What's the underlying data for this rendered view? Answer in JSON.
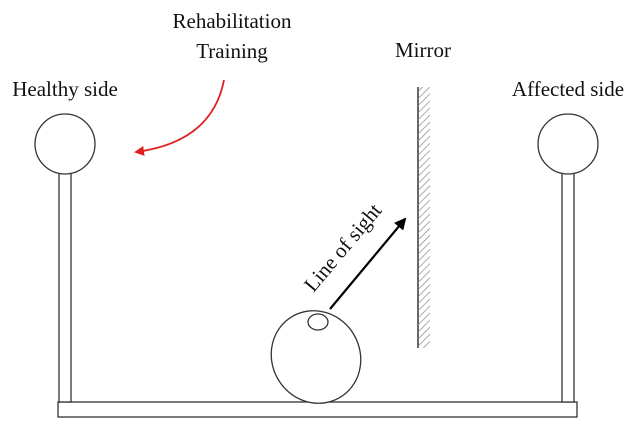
{
  "labels": {
    "healthy_side": "Healthy side",
    "affected_side": "Affected side",
    "mirror": "Mirror",
    "rehab_line1": "Rehabilitation",
    "rehab_line2": "Training",
    "line_of_sight": "Line of sight"
  },
  "colors": {
    "stroke": "#333333",
    "rehab_arrow": "#e02020",
    "hatch": "#888888"
  }
}
